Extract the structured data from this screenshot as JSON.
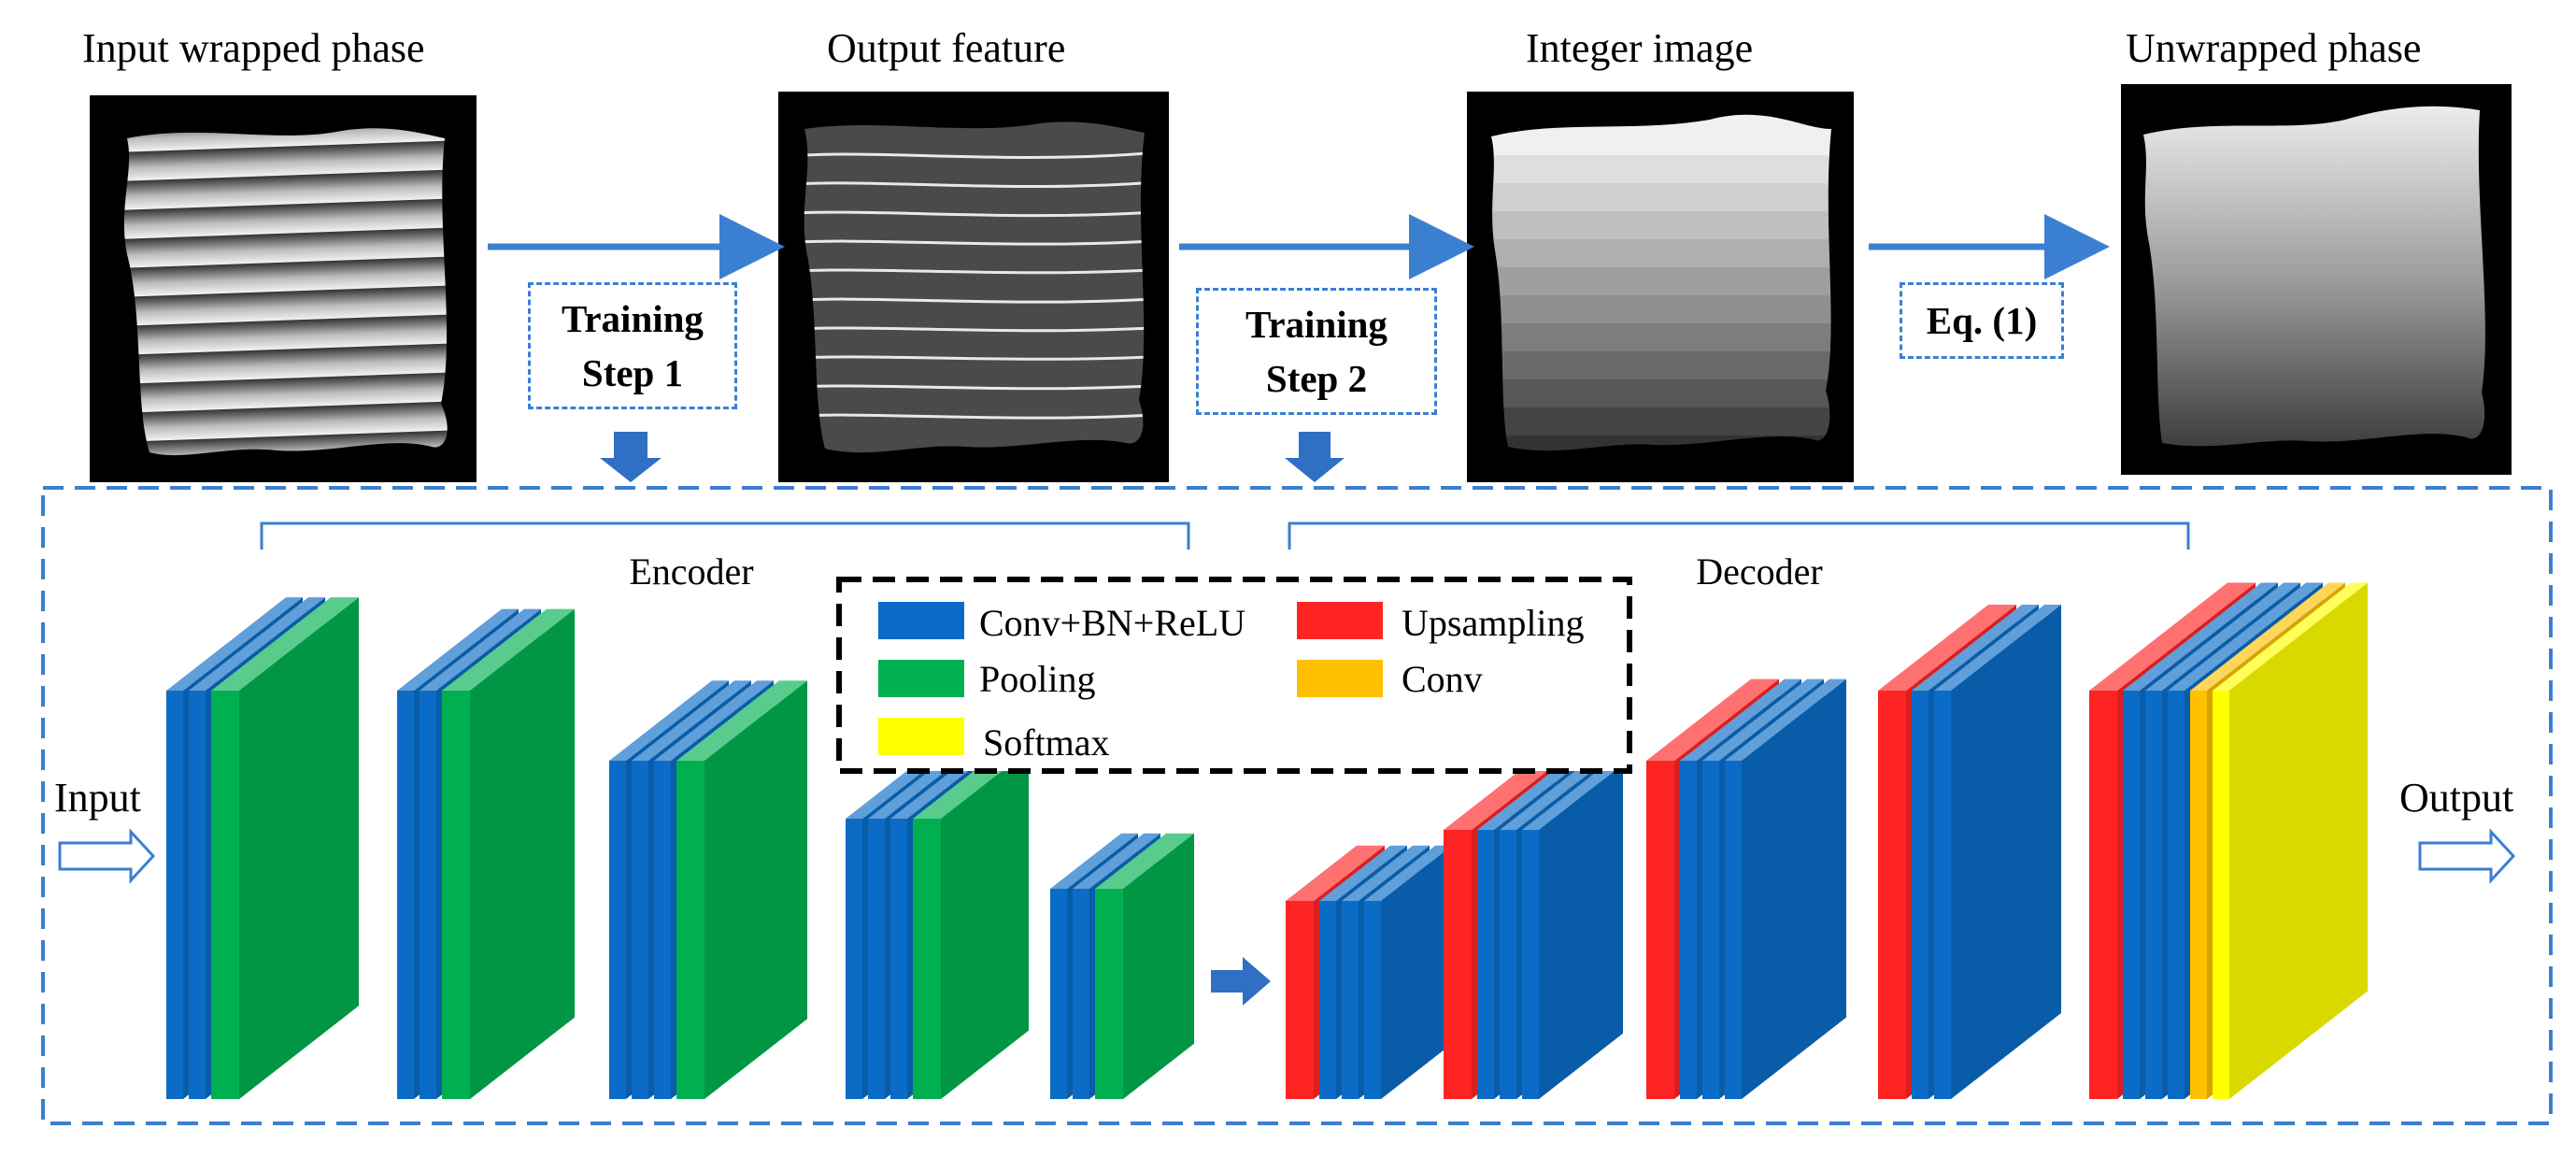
{
  "titles": {
    "input": "Input wrapped phase",
    "output_feature": "Output feature",
    "integer": "Integer image",
    "unwrapped": "Unwrapped phase"
  },
  "steps": {
    "step1": [
      "Training",
      "Step 1"
    ],
    "step2": [
      "Training",
      "Step 2"
    ],
    "eq": "Eq. (1)"
  },
  "network": {
    "encoder": "Encoder",
    "decoder": "Decoder",
    "input": "Input",
    "output": "Output"
  },
  "legend": [
    {
      "label": "Conv+BN+ReLU",
      "color": "#0a6cc6"
    },
    {
      "label": "Upsampling",
      "color": "#ff2424"
    },
    {
      "label": "Pooling",
      "color": "#00b050"
    },
    {
      "label": "Conv",
      "color": "#ffc000"
    },
    {
      "label": "Softmax",
      "color": "#ffff00"
    }
  ],
  "colors": {
    "accent": "#3b7fd0",
    "conv": "#0a6cc6",
    "pool": "#00b050",
    "up": "#ff2424",
    "convOut": "#ffc000",
    "softmax": "#ffff00"
  }
}
